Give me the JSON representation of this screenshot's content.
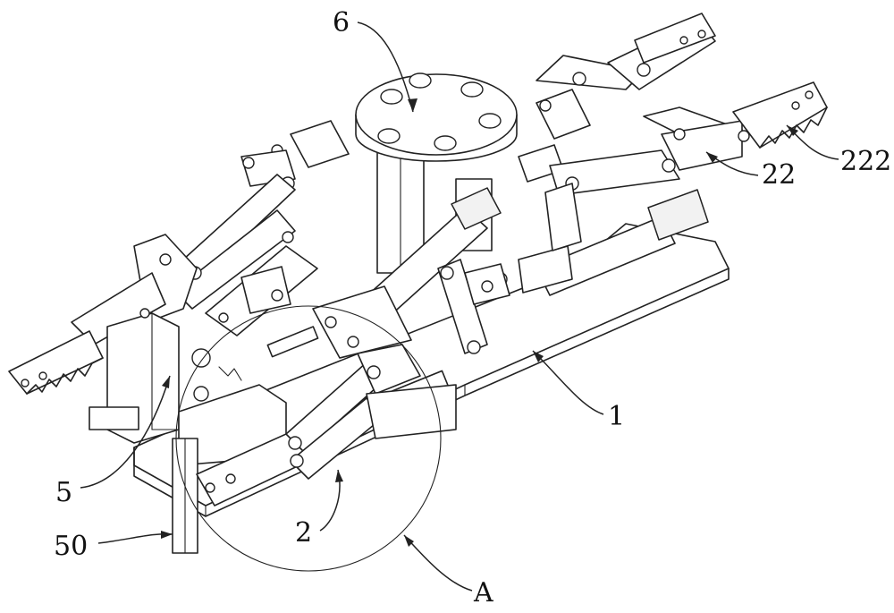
{
  "labels": {
    "l6": "6",
    "l222": "222",
    "l22": "22",
    "l1": "1",
    "l5": "5",
    "l50": "50",
    "l2": "2",
    "lA": "A"
  }
}
